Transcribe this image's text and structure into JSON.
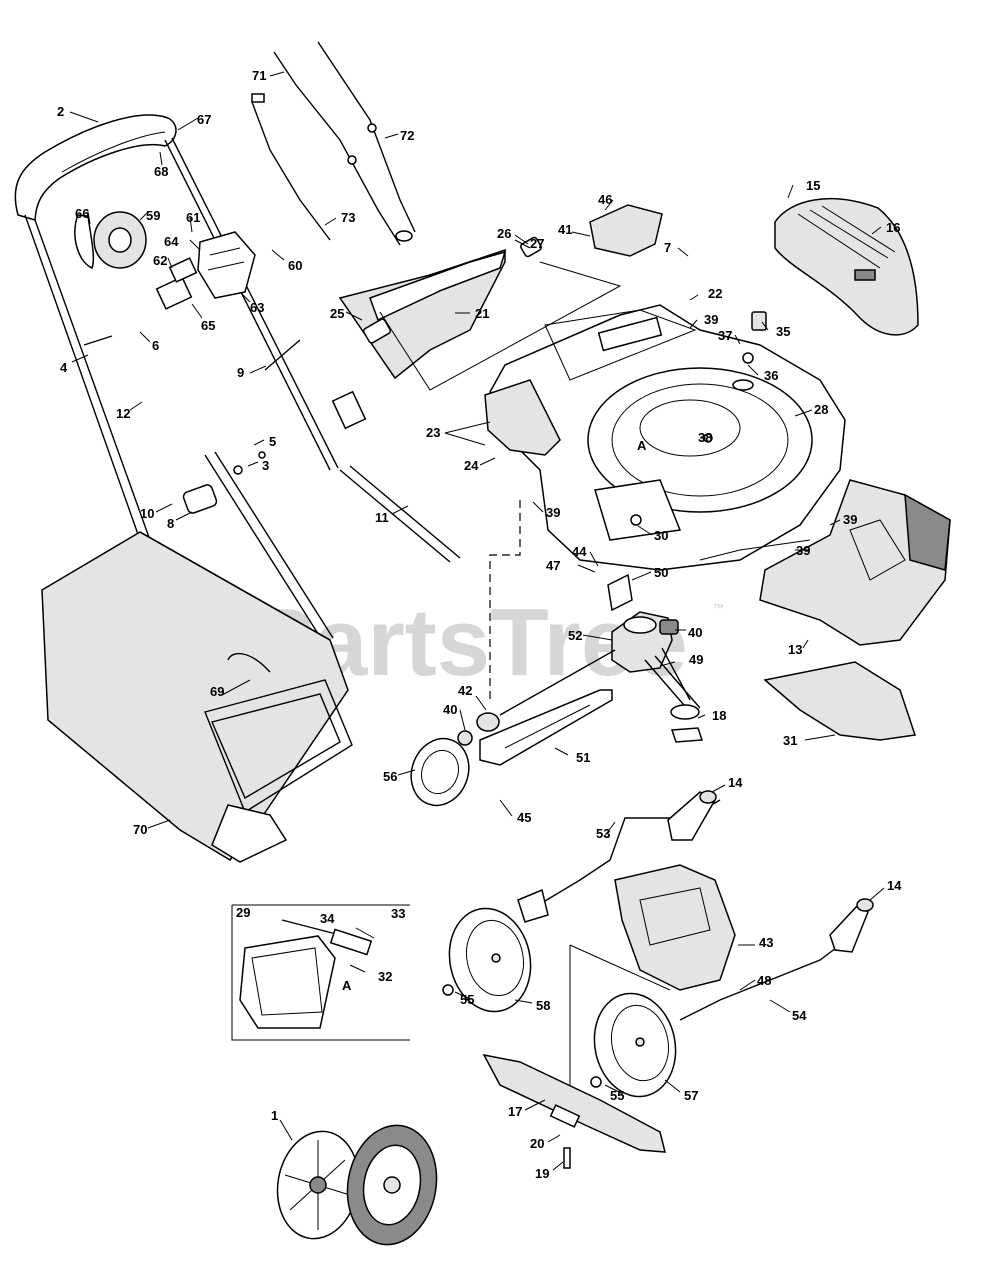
{
  "diagram": {
    "watermark": "PartsTree",
    "watermark_mark": "™",
    "callouts": [
      {
        "id": "c2",
        "label": "2"
      },
      {
        "id": "c67",
        "label": "67"
      },
      {
        "id": "c68",
        "label": "68"
      },
      {
        "id": "c71",
        "label": "71"
      },
      {
        "id": "c72",
        "label": "72"
      },
      {
        "id": "c73",
        "label": "73"
      },
      {
        "id": "c66",
        "label": "66"
      },
      {
        "id": "c59",
        "label": "59"
      },
      {
        "id": "c61",
        "label": "61"
      },
      {
        "id": "c64",
        "label": "64"
      },
      {
        "id": "c62",
        "label": "62"
      },
      {
        "id": "c65",
        "label": "65"
      },
      {
        "id": "c63",
        "label": "63"
      },
      {
        "id": "c60",
        "label": "60"
      },
      {
        "id": "c6",
        "label": "6"
      },
      {
        "id": "c4",
        "label": "4"
      },
      {
        "id": "c9",
        "label": "9"
      },
      {
        "id": "c12",
        "label": "12"
      },
      {
        "id": "c5",
        "label": "5"
      },
      {
        "id": "c3",
        "label": "3"
      },
      {
        "id": "c10",
        "label": "10"
      },
      {
        "id": "c8",
        "label": "8"
      },
      {
        "id": "c11",
        "label": "11"
      },
      {
        "id": "c26",
        "label": "26"
      },
      {
        "id": "c27",
        "label": "27"
      },
      {
        "id": "c21",
        "label": "21"
      },
      {
        "id": "c25",
        "label": "25"
      },
      {
        "id": "c46",
        "label": "46"
      },
      {
        "id": "c41",
        "label": "41"
      },
      {
        "id": "c15",
        "label": "15"
      },
      {
        "id": "c16",
        "label": "16"
      },
      {
        "id": "c7",
        "label": "7"
      },
      {
        "id": "c22",
        "label": "22"
      },
      {
        "id": "c39a",
        "label": "39"
      },
      {
        "id": "c35",
        "label": "35"
      },
      {
        "id": "c37",
        "label": "37"
      },
      {
        "id": "c36",
        "label": "36"
      },
      {
        "id": "c28",
        "label": "28"
      },
      {
        "id": "c38",
        "label": "38"
      },
      {
        "id": "cA1",
        "label": "A"
      },
      {
        "id": "c23",
        "label": "23"
      },
      {
        "id": "c24",
        "label": "24"
      },
      {
        "id": "c39b",
        "label": "39"
      },
      {
        "id": "c30",
        "label": "30"
      },
      {
        "id": "c39c",
        "label": "39"
      },
      {
        "id": "c39d",
        "label": "39"
      },
      {
        "id": "c44",
        "label": "44"
      },
      {
        "id": "c47",
        "label": "47"
      },
      {
        "id": "c50",
        "label": "50"
      },
      {
        "id": "c13",
        "label": "13"
      },
      {
        "id": "c52",
        "label": "52"
      },
      {
        "id": "c40a",
        "label": "40"
      },
      {
        "id": "c49",
        "label": "49"
      },
      {
        "id": "c69",
        "label": "69"
      },
      {
        "id": "c42",
        "label": "42"
      },
      {
        "id": "c40b",
        "label": "40"
      },
      {
        "id": "c18",
        "label": "18"
      },
      {
        "id": "c31",
        "label": "31"
      },
      {
        "id": "c51",
        "label": "51"
      },
      {
        "id": "c56",
        "label": "56"
      },
      {
        "id": "c45",
        "label": "45"
      },
      {
        "id": "c70",
        "label": "70"
      },
      {
        "id": "c14a",
        "label": "14"
      },
      {
        "id": "c53",
        "label": "53"
      },
      {
        "id": "c29",
        "label": "29"
      },
      {
        "id": "c34",
        "label": "34"
      },
      {
        "id": "c33",
        "label": "33"
      },
      {
        "id": "c32",
        "label": "32"
      },
      {
        "id": "cA2",
        "label": "A"
      },
      {
        "id": "c14b",
        "label": "14"
      },
      {
        "id": "c43",
        "label": "43"
      },
      {
        "id": "c55a",
        "label": "55"
      },
      {
        "id": "c58",
        "label": "58"
      },
      {
        "id": "c48",
        "label": "48"
      },
      {
        "id": "c54",
        "label": "54"
      },
      {
        "id": "c17",
        "label": "17"
      },
      {
        "id": "c55b",
        "label": "55"
      },
      {
        "id": "c57",
        "label": "57"
      },
      {
        "id": "c1",
        "label": "1"
      },
      {
        "id": "c20",
        "label": "20"
      },
      {
        "id": "c19",
        "label": "19"
      }
    ]
  }
}
